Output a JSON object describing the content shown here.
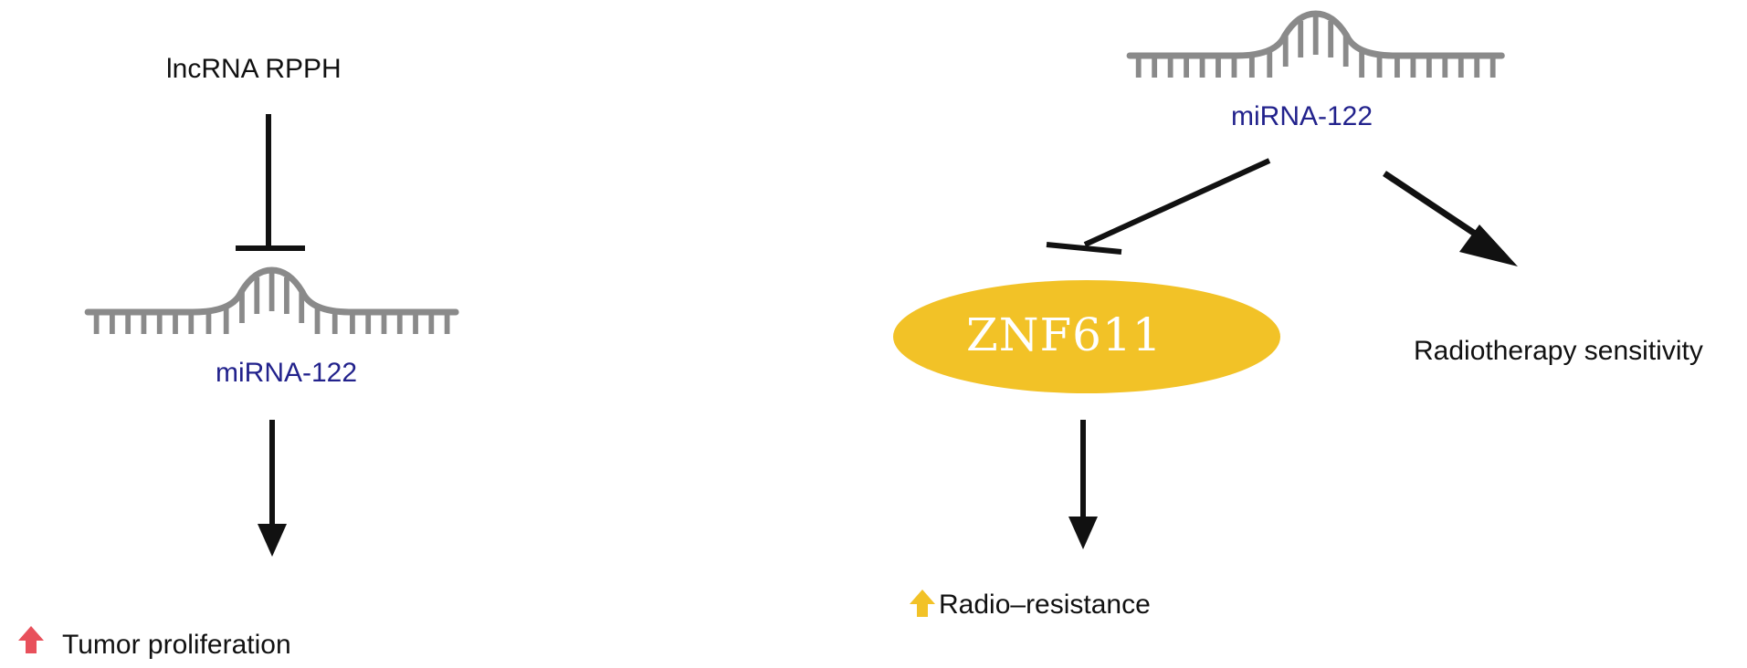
{
  "left_panel": {
    "source_label": "lncRNA RPPH",
    "mirna_label": "miRNA-122",
    "outcome_label": "Tumor proliferation"
  },
  "right_panel": {
    "mirna_label": "miRNA-122",
    "target_label": "ZNF611",
    "target_outcome_label": "Radio–resistance",
    "effect_label": "Radiotherapy sensitivity"
  },
  "colors": {
    "mirna_text": "#22228c",
    "rna_strand": "#8a8a8a",
    "target_fill": "#f2c227",
    "up_arrow_red": "#e8505b",
    "up_arrow_yellow": "#f2c227",
    "connector": "#111111"
  },
  "icons": {
    "mirna_hairpin": "mirna-hairpin-icon",
    "up_arrow": "up-arrow-icon"
  }
}
